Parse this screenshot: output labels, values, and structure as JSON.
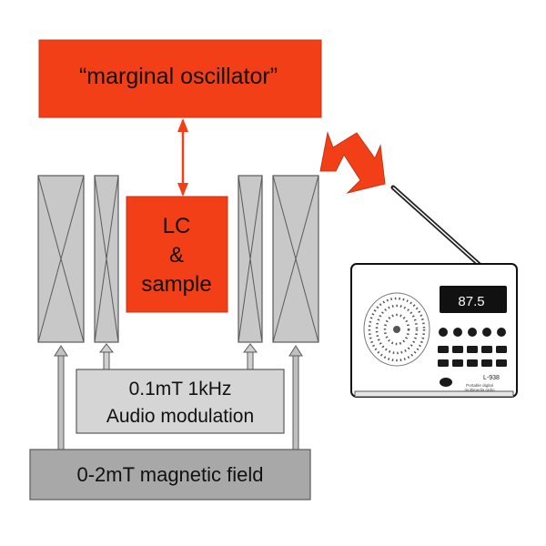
{
  "oscillator": {
    "label": "“marginal oscillator”"
  },
  "lc_sample": {
    "lines": [
      "LC",
      "&",
      "sample"
    ]
  },
  "audio_modulation": {
    "line1": "0.1mT 1kHz",
    "line2": "Audio modulation"
  },
  "magnetic_field": {
    "label": "0-2mT magnetic field"
  },
  "radio": {
    "display": "87.5",
    "model": "L-938",
    "brand_lines": [
      "Portable digital",
      "multimedia radio"
    ]
  },
  "colors": {
    "accent": "#f23f17",
    "accent_stroke": "#c43514",
    "coil_fill": "#c8c8c8",
    "box_dark": "#a8a8a8",
    "box_light": "#d5d5d5",
    "stroke": "#5a5a5a"
  },
  "icons": [
    "radio-icon",
    "wireless-signal-arrow-icon",
    "bidirectional-arrow-icon",
    "up-arrow-icon"
  ]
}
